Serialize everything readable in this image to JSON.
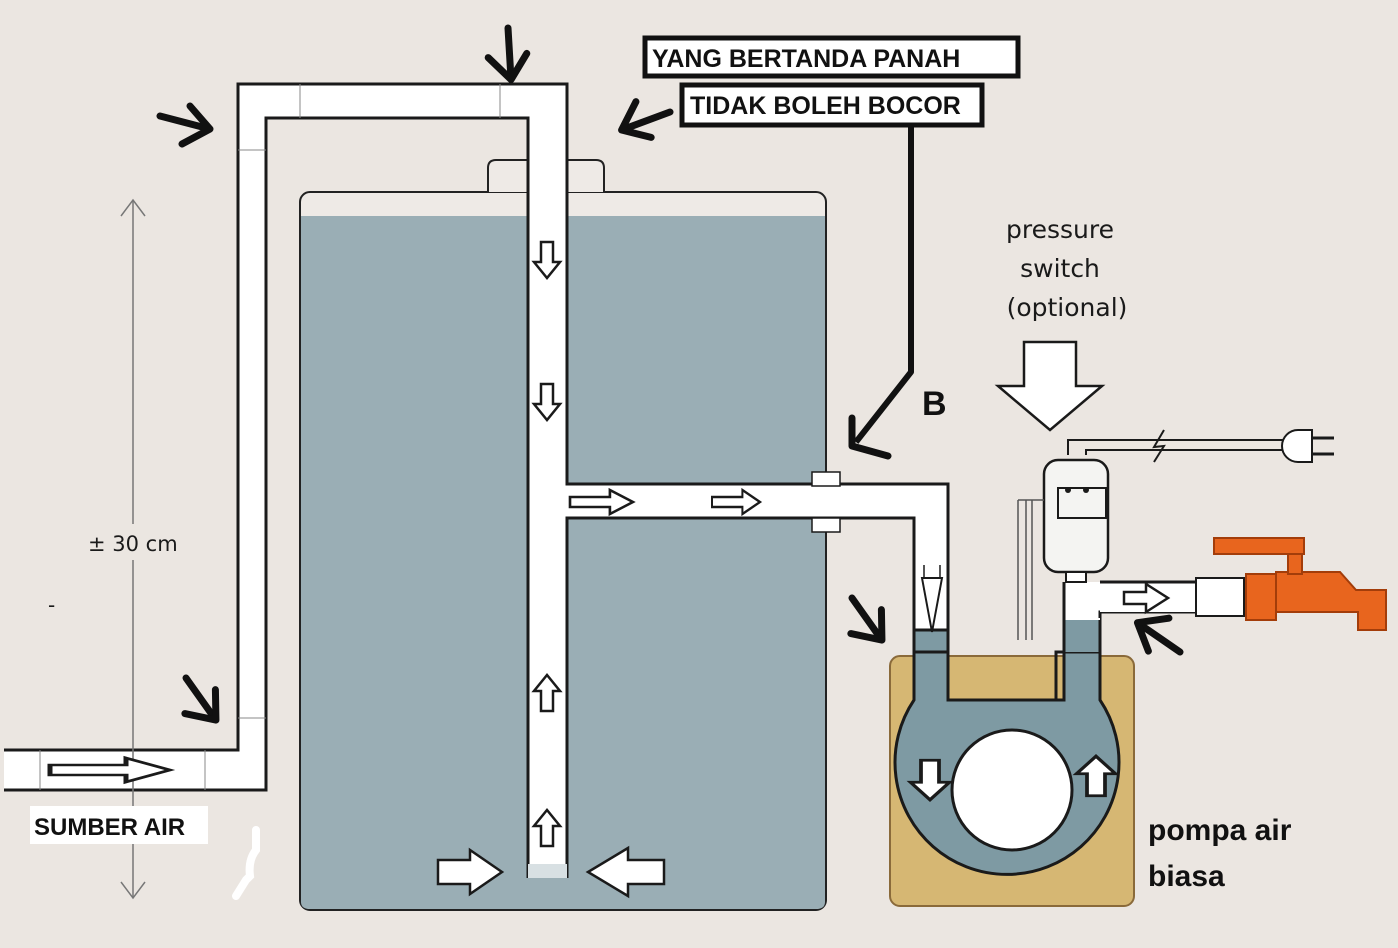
{
  "labels": {
    "warning_line1": "YANG BERTANDA PANAH",
    "warning_line2": "TIDAK BOLEH BOCOR",
    "point_b": "B",
    "pressure_switch_line1": "pressure",
    "pressure_switch_line2": "switch",
    "pressure_switch_line3": "(optional)",
    "height_measure": "± 30 cm",
    "dash": "-",
    "water_source": "SUMBER AIR",
    "pump_line1": "pompa air",
    "pump_line2": "biasa"
  },
  "colors": {
    "background": "#ebe6e1",
    "water": "#9aaeb5",
    "pump_body": "#7e9aa3",
    "pump_base": "#d6b773",
    "faucet": "#e8651e",
    "pipe": "#ffffff",
    "outline": "#1a1a1a"
  },
  "icons": [
    "leak-arrow-icon",
    "flow-arrow-icon",
    "power-plug-icon",
    "faucet-icon",
    "lightning-icon"
  ]
}
